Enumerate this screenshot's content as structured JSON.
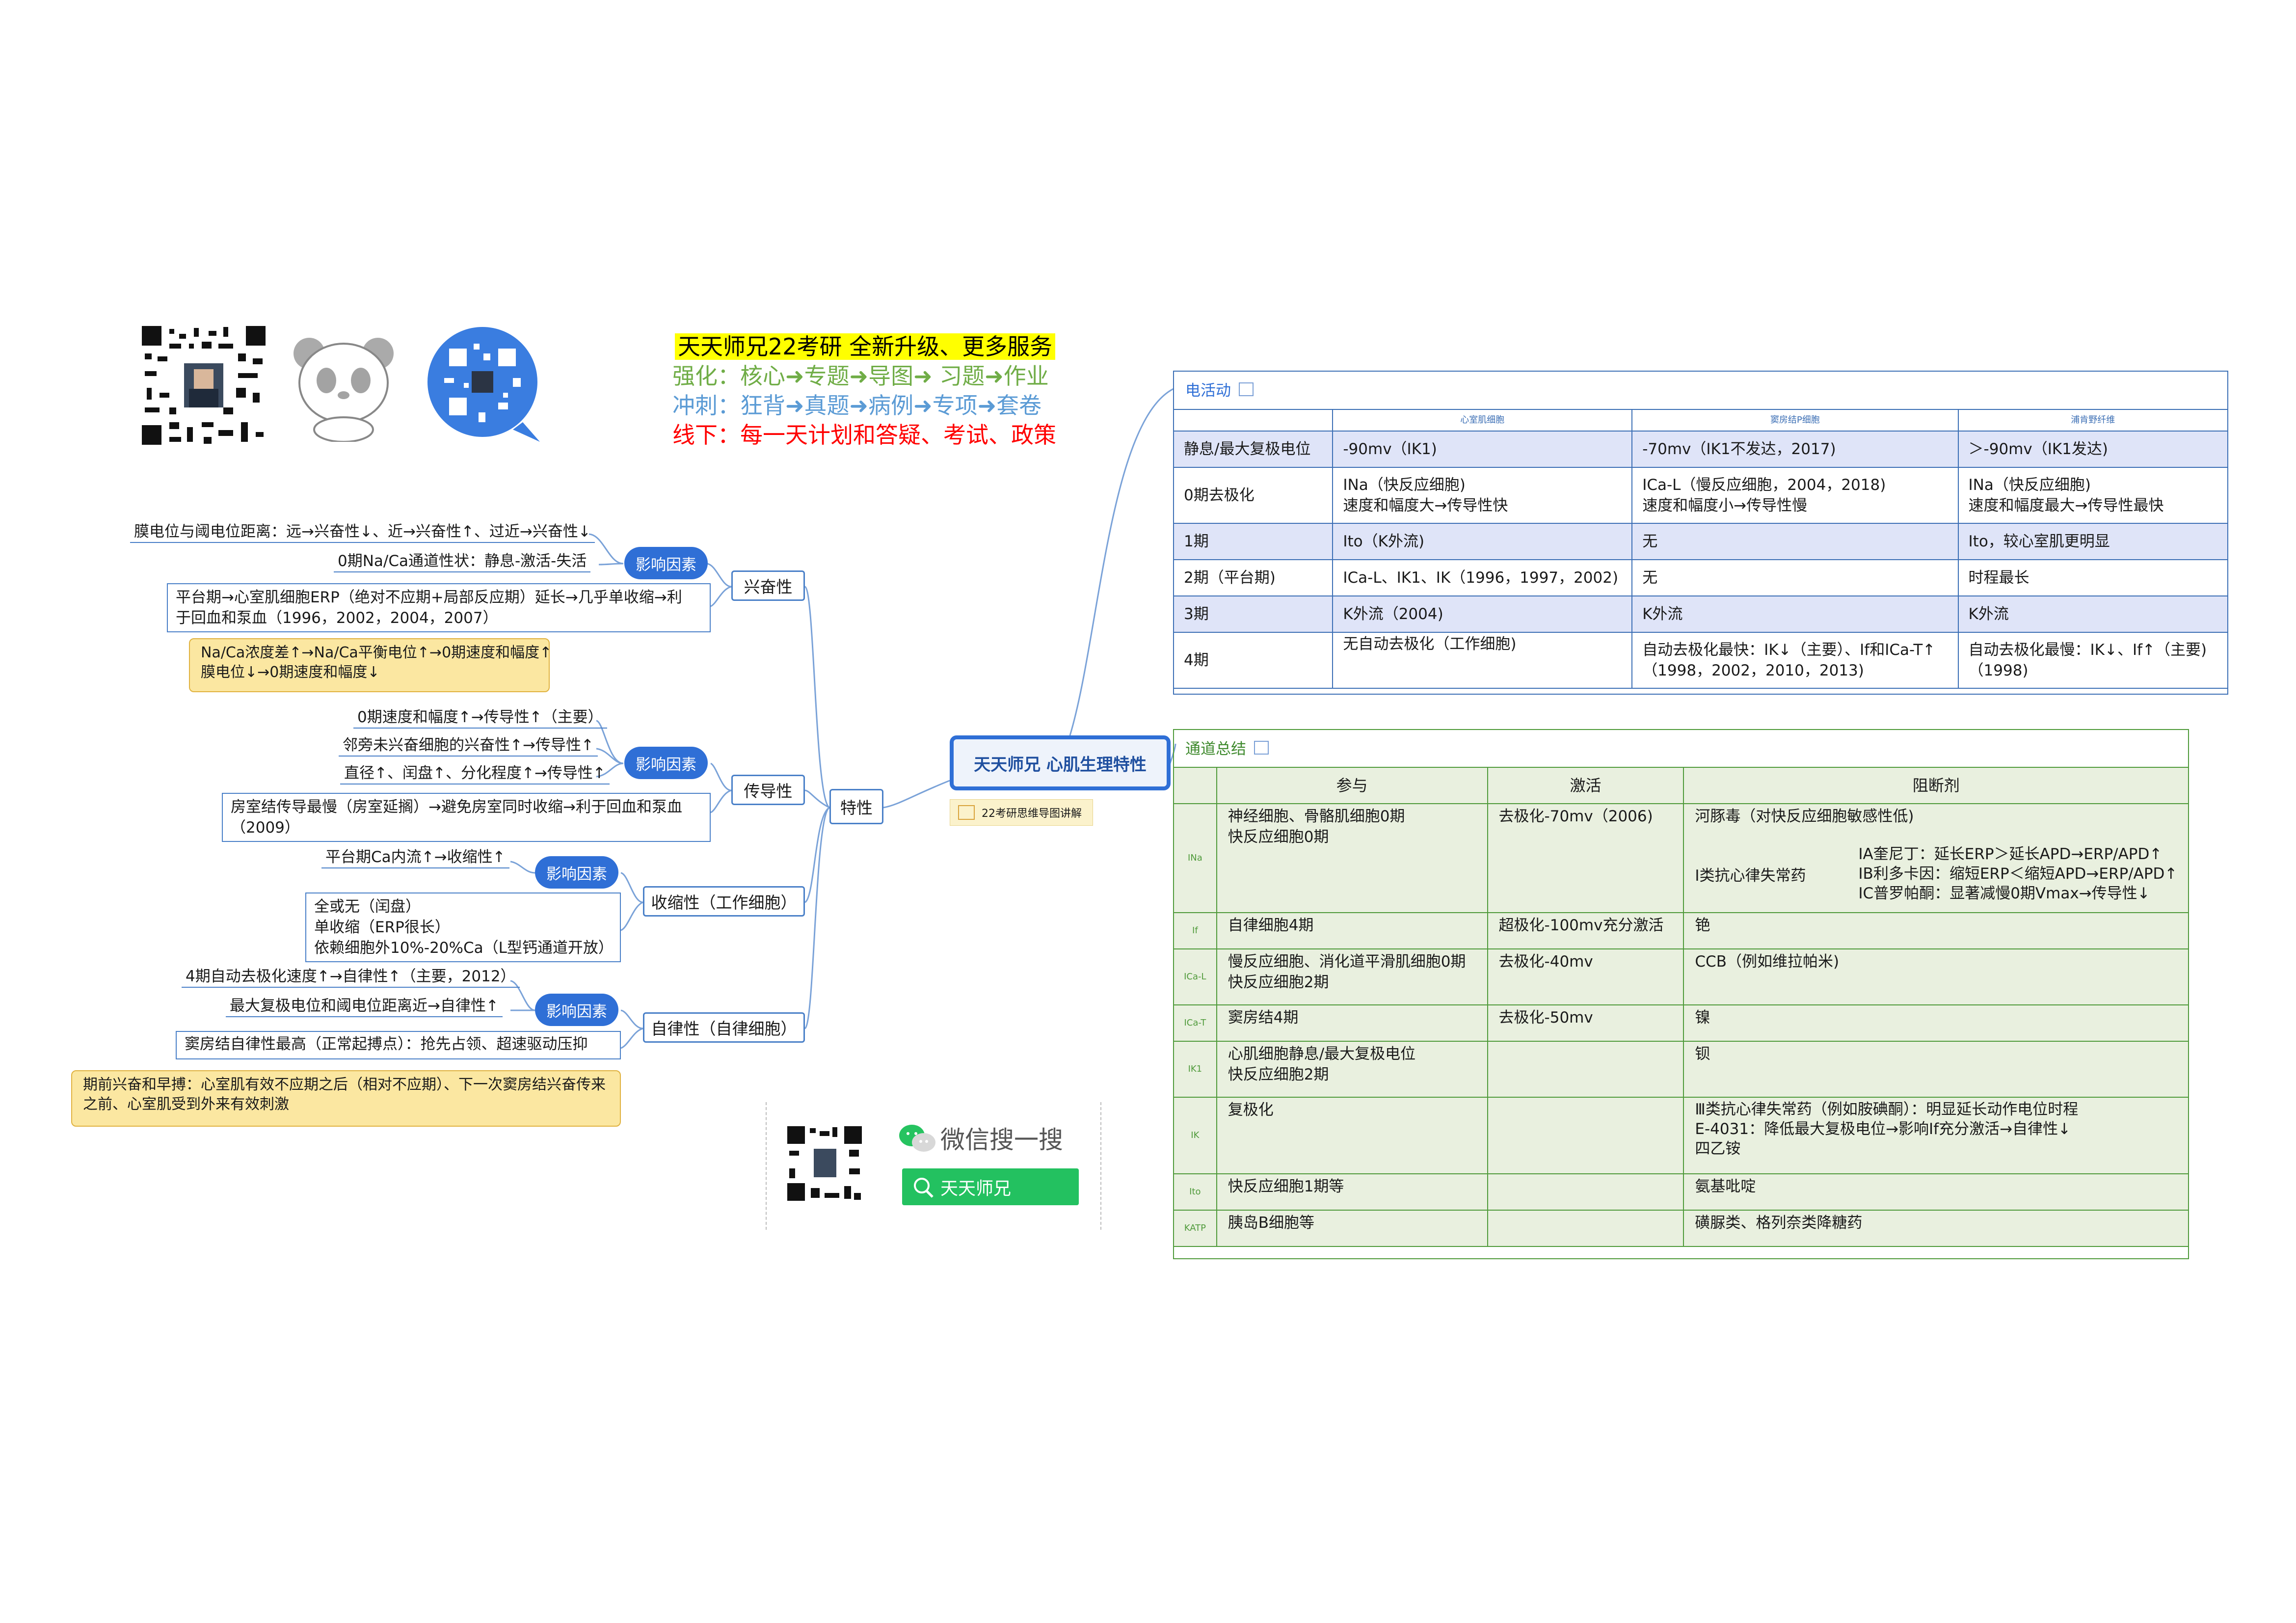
{
  "promo": {
    "line1": "天天师兄22考研  全新升级、更多服务",
    "line2": "强化：核心➜专题➜导图➜ 习题➜作业",
    "line3": "冲刺：狂背➜真题➜病例➜专项➜套卷",
    "line4": "线下：每一天计划和答疑、考试、政策"
  },
  "central": {
    "title": "天天师兄 心肌生理特性",
    "note": "22考研思维导图讲解"
  },
  "left": {
    "root": "特性",
    "excitability": {
      "label": "兴奋性",
      "factor": "影响因素",
      "items": [
        "膜电位与阈电位距离：远→兴奋性↓、近→兴奋性↑、过近→兴奋性↓",
        "0期Na/Ca通道性状：静息-激活-失活"
      ],
      "box": [
        "平台期→心室肌细胞ERP（绝对不应期+局部反应期）延长→几乎单收缩→利",
        "于回血和泵血（1996，2002，2004，2007）"
      ],
      "note": [
        "Na/Ca浓度差↑→Na/Ca平衡电位↑→0期速度和幅度↑",
        "膜电位↓→0期速度和幅度↓"
      ]
    },
    "conduction": {
      "label": "传导性",
      "factor": "影响因素",
      "items": [
        "0期速度和幅度↑→传导性↑（主要）",
        "邻旁未兴奋细胞的兴奋性↑→传导性↑",
        "直径↑、闰盘↑、分化程度↑→传导性↑"
      ],
      "box": [
        "房室结传导最慢（房室延搁）→避免房室同时收缩→利于回血和泵血",
        "（2009）"
      ]
    },
    "contractility": {
      "label": "收缩性（工作细胞）",
      "factor": "影响因素",
      "items": [
        "平台期Ca内流↑→收缩性↑"
      ],
      "box": [
        "全或无（闰盘）",
        "单收缩（ERP很长）",
        "依赖细胞外10%-20%Ca（L型钙通道开放）"
      ]
    },
    "automaticity": {
      "label": "自律性（自律细胞）",
      "factor": "影响因素",
      "items": [
        "4期自动去极化速度↑→自律性↑（主要，2012）",
        "最大复极电位和阈电位距离近→自律性↑"
      ],
      "box": [
        "窦房结自律性最高（正常起搏点）：抢先占领、超速驱动压抑"
      ],
      "note": [
        "期前兴奋和早搏：心室肌有效不应期之后（相对不应期）、下一次窦房结兴奋传来",
        "之前、心室肌受到外来有效刺激"
      ]
    }
  },
  "wechat": {
    "search_label": "微信搜一搜",
    "search_value": "天天师兄"
  },
  "electric": {
    "title": "电活动",
    "headers": [
      "",
      "心室肌细胞",
      "窦房结P细胞",
      "浦肯野纤维"
    ],
    "rows": [
      {
        "stage": "静息/最大复极电位",
        "c1": [
          "-90mv（IK1)"
        ],
        "c2": [
          "-70mv（IK1不发达，2017)"
        ],
        "c3": [
          "＞-90mv（IK1发达)"
        ],
        "shade": true
      },
      {
        "stage": "0期去极化",
        "c1": [
          "INa（快反应细胞)",
          "速度和幅度大→传导性快"
        ],
        "c2": [
          "ICa-L（慢反应细胞，2004，2018)",
          "速度和幅度小→传导性慢"
        ],
        "c3": [
          "INa（快反应细胞)",
          "速度和幅度最大→传导性最快"
        ],
        "shade": false
      },
      {
        "stage": "1期",
        "c1": [
          "Ito（K外流)"
        ],
        "c2": [
          "无"
        ],
        "c3": [
          "Ito，较心室肌更明显"
        ],
        "shade": true
      },
      {
        "stage": "2期（平台期)",
        "c1": [
          "ICa-L、IK1、IK（1996，1997，2002)"
        ],
        "c2": [
          "无"
        ],
        "c3": [
          "时程最长"
        ],
        "shade": false
      },
      {
        "stage": "3期",
        "c1": [
          "K外流（2004)"
        ],
        "c2": [
          "K外流"
        ],
        "c3": [
          "K外流"
        ],
        "shade": true
      },
      {
        "stage": "4期",
        "c1": [
          "无自动去极化（工作细胞)"
        ],
        "c2": [
          "自动去极化最快：IK↓（主要）、If和ICa-T↑",
          "（1998，2002，2010，2013)"
        ],
        "c3": [
          "自动去极化最慢：IK↓、If↑（主要)",
          "（1998)"
        ],
        "shade": false
      }
    ]
  },
  "channel": {
    "title": "通道总结",
    "headers": [
      "",
      "参与",
      "激活",
      "阻断剂"
    ],
    "rows": [
      {
        "name": "INa",
        "part": [
          "神经细胞、骨骼肌细胞0期",
          "快反应细胞0期"
        ],
        "act": [
          "去极化-70mv（2006)"
        ],
        "block": [
          "河豚毒（对快反应细胞敏感性低)"
        ],
        "special": true
      },
      {
        "name": "If",
        "part": [
          "自律细胞4期"
        ],
        "act": [
          "超极化-100mv充分激活"
        ],
        "block": [
          "铯"
        ]
      },
      {
        "name": "ICa-L",
        "part": [
          "慢反应细胞、消化道平滑肌细胞0期",
          "快反应细胞2期"
        ],
        "act": [
          "去极化-40mv"
        ],
        "block": [
          "CCB（例如维拉帕米)"
        ]
      },
      {
        "name": "ICa-T",
        "part": [
          "窦房结4期"
        ],
        "act": [
          "去极化-50mv"
        ],
        "block": [
          "镍"
        ]
      },
      {
        "name": "IK1",
        "part": [
          "心肌细胞静息/最大复极电位",
          "快反应细胞2期"
        ],
        "act": [],
        "block": [
          "钡"
        ]
      },
      {
        "name": "IK",
        "part": [
          "复极化"
        ],
        "act": [],
        "block": [
          "Ⅲ类抗心律失常药（例如胺碘酮）：明显延长动作电位时程",
          "E-4031：降低最大复极电位→影响If充分激活→自律性↓",
          "四乙铵"
        ]
      },
      {
        "name": "Ito",
        "part": [
          "快反应细胞1期等"
        ],
        "act": [],
        "block": [
          "氨基吡啶"
        ]
      },
      {
        "name": "KATP",
        "part": [
          "胰岛B细胞等"
        ],
        "act": [],
        "block": [
          "磺脲类、格列奈类降糖药"
        ]
      }
    ],
    "antiarrhythmic": {
      "label": "Ⅰ类抗心律失常药",
      "items": [
        "IA奎尼丁：延长ERP＞延长APD→ERP/APD↑",
        "IB利多卡因：缩短ERP＜缩短APD→ERP/APD↑",
        "IC普罗帕酮：显著减慢0期Vmax→传导性↓"
      ]
    }
  },
  "colors": {
    "accent": "#2f6fd6",
    "promo_yellow": "#ffff00",
    "promo_green": "#70ad47",
    "promo_blue": "#5b9bd5",
    "promo_red": "#ff0000",
    "table_green": "#e9f0df",
    "table_blue": "#dfe4f8"
  }
}
